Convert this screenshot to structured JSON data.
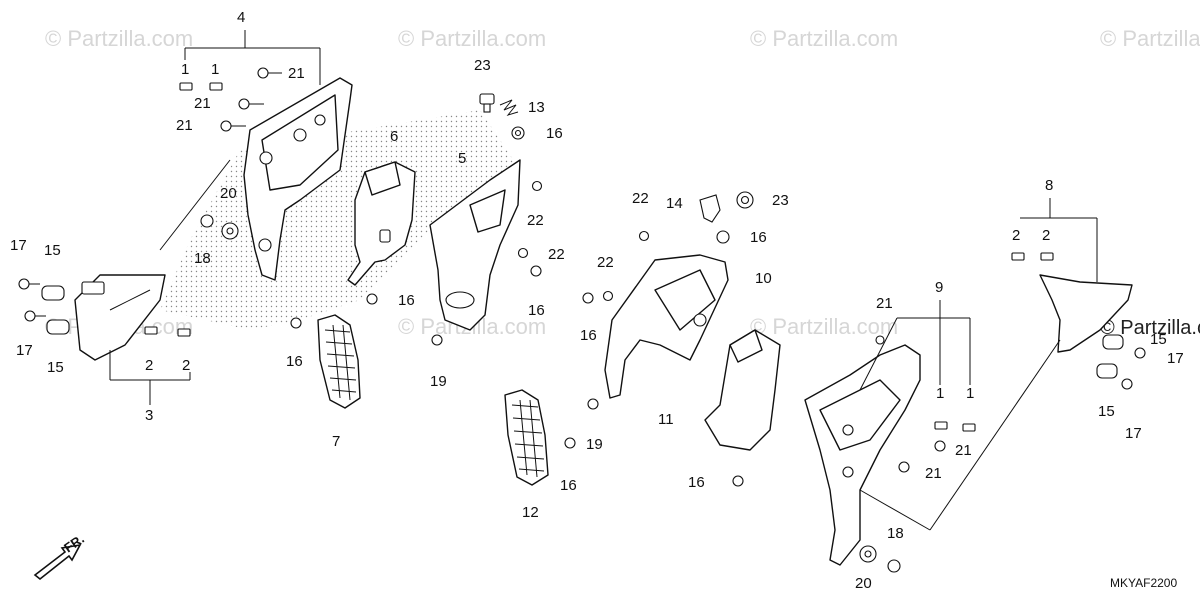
{
  "watermark": "© Partzilla.com",
  "diagram_code": "MKYAF2200",
  "direction_label": "FR.",
  "callouts": {
    "c4": "4",
    "c1a": "1",
    "c1b": "1",
    "c21a": "21",
    "c21b": "21",
    "c21c": "21",
    "c23a": "23",
    "c13": "13",
    "c16a": "16",
    "c6": "6",
    "c5": "5",
    "c20a": "20",
    "c17a": "17",
    "c15a": "15",
    "c17b": "17",
    "c15b": "15",
    "c18a": "18",
    "c2a": "2",
    "c2b": "2",
    "c3": "3",
    "c16b": "16",
    "c16c": "16",
    "c7": "7",
    "c22a": "22",
    "c22b": "22",
    "c16d": "16",
    "c19a": "19",
    "c22c": "22",
    "c16e": "16",
    "c14": "14",
    "c23b": "23",
    "c16f": "16",
    "c10": "10",
    "c19b": "19",
    "c11": "11",
    "c16g": "16",
    "c12": "12",
    "c16h": "16",
    "c21d": "21",
    "c9": "9",
    "c1c": "1",
    "c1d": "1",
    "c21e": "21",
    "c21f": "21",
    "c18b": "18",
    "c20b": "20",
    "c8": "8",
    "c2c": "2",
    "c2d": "2",
    "c15c": "15",
    "c17c": "17",
    "c15d": "15",
    "c17d": "17",
    "c22d": "22"
  }
}
